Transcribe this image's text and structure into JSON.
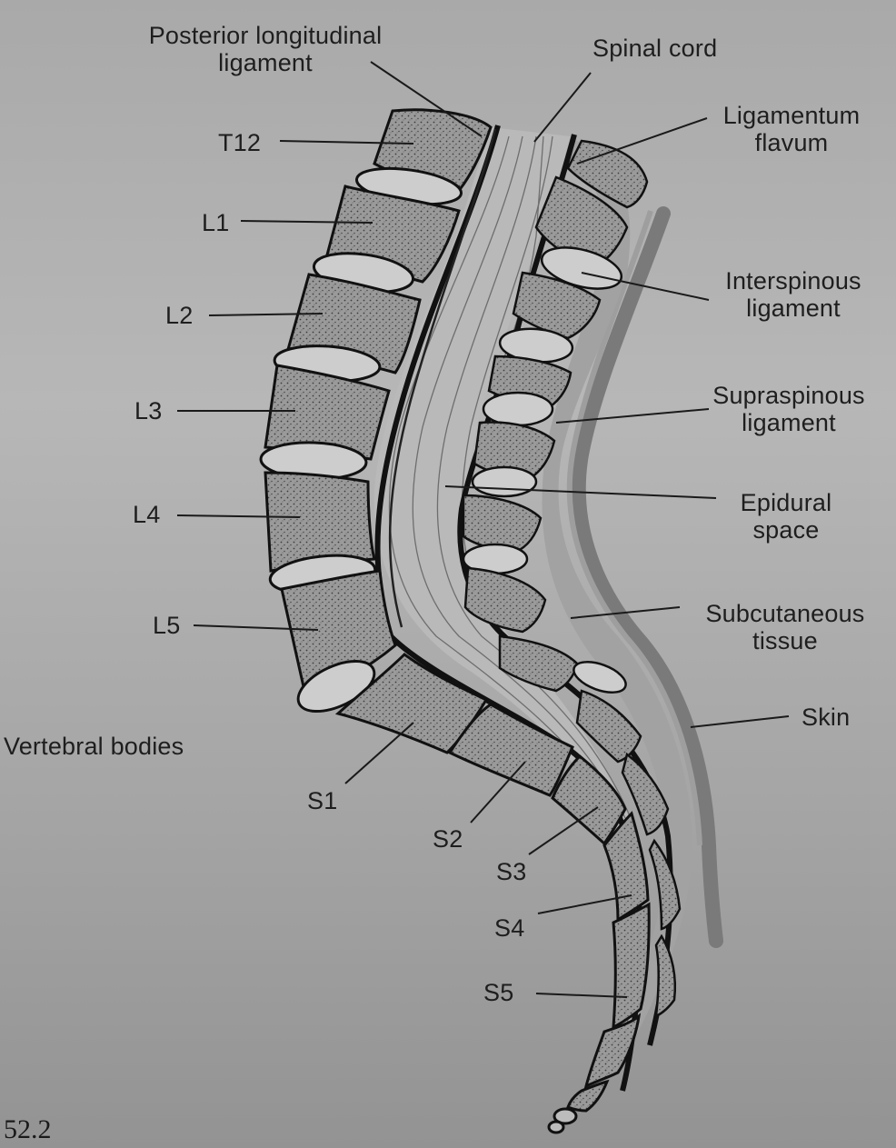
{
  "figure_number": "52.2",
  "labels": {
    "posterior_longitudinal_ligament": [
      "Posterior longitudinal",
      "ligament"
    ],
    "spinal_cord": "Spinal cord",
    "ligamentum_flavum": [
      "Ligamentum",
      "flavum"
    ],
    "interspinous_ligament": [
      "Interspinous",
      "ligament"
    ],
    "supraspinous_ligament": [
      "Supraspinous",
      "ligament"
    ],
    "epidural_space": [
      "Epidural",
      "space"
    ],
    "subcutaneous_tissue": [
      "Subcutaneous",
      "tissue"
    ],
    "skin": "Skin",
    "vertebral_bodies": "Vertebral bodies",
    "vertebrae": [
      "T12",
      "L1",
      "L2",
      "L3",
      "L4",
      "L5",
      "S1",
      "S2",
      "S3",
      "S4",
      "S5"
    ]
  },
  "colors": {
    "background": "#b0b0b0",
    "bone": "#909090",
    "disc": "#cccccc",
    "ink": "#111111"
  }
}
